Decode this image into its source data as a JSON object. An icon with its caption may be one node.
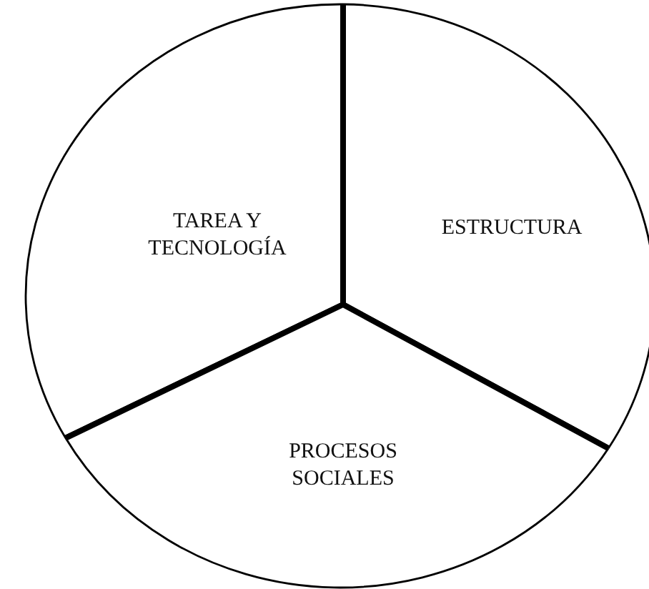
{
  "diagram": {
    "nodes": [
      {
        "text": [
          "TAREA Y TECNOLOGÍA"
        ]
      },
      {
        "text": [
          "ESTRUCTURA"
        ]
      },
      {
        "text": [
          "PROCESOS SOCIALES"
        ]
      }
    ]
  }
}
